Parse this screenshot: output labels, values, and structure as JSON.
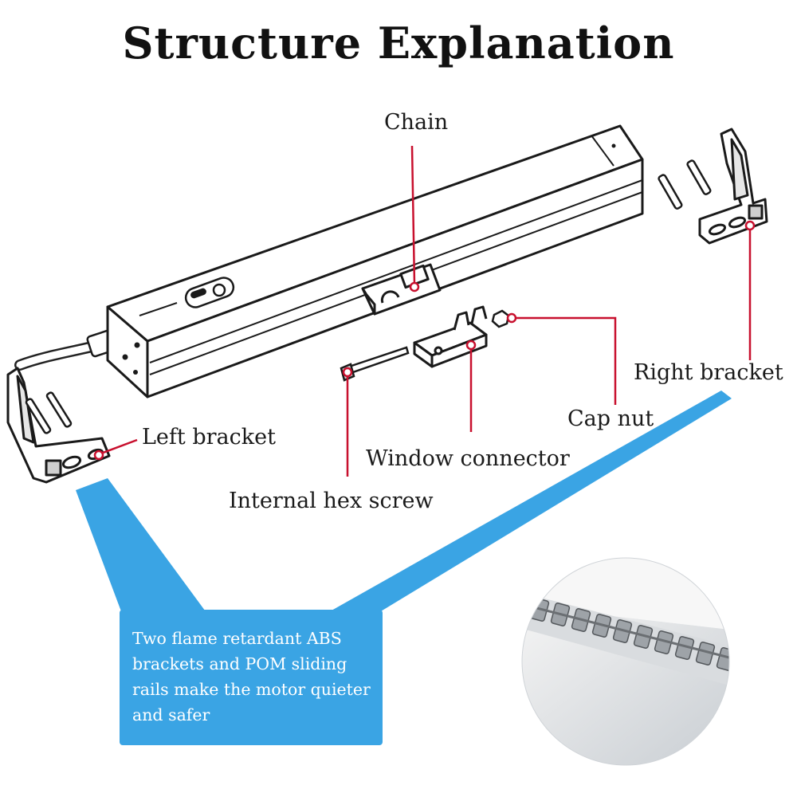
{
  "title": "Structure Explanation",
  "labels": {
    "chain": "Chain",
    "right_bracket": "Right bracket",
    "cap_nut": "Cap nut",
    "left_bracket": "Left bracket",
    "window_connector": "Window connector",
    "internal_hex_screw": "Internal hex screw"
  },
  "callout": {
    "text": "Two flame retardant ABS brackets and POM sliding rails make the motor quieter and safer"
  },
  "colors": {
    "callout_bg": "#3aa4e4",
    "leader_line": "#c8102e",
    "outline": "#1a1a1a"
  },
  "icons": [
    "chain-motor-body",
    "bracket",
    "screw",
    "cap-nut",
    "window-connector",
    "chain-closeup"
  ]
}
